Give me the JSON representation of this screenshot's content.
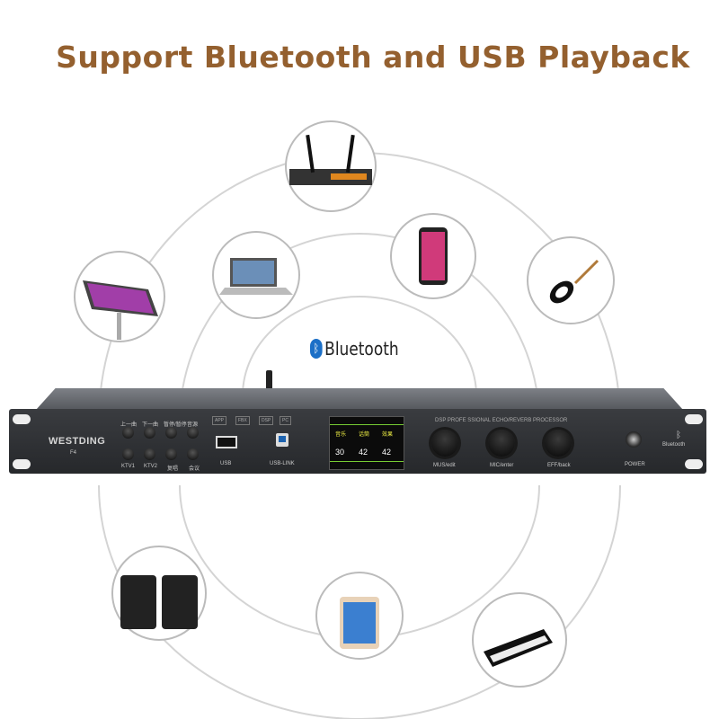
{
  "headline": "Support Bluetooth and USB Playback",
  "bluetooth_label": "Bluetooth",
  "device": {
    "brand": "WESTDING",
    "model": "F4",
    "top_buttons": [
      "上一曲",
      "下一曲",
      "暂停/暂停",
      "音源"
    ],
    "bottom_buttons": [
      "KTV1",
      "KTV2",
      "复唱",
      "会议"
    ],
    "tags": [
      "APP",
      "FBX",
      "DSP",
      "PC"
    ],
    "usb_label": "USB",
    "usb_link_label": "USB-LINK",
    "processor_label": "DSP PROFE SSIONAL ECHO/REVERB PROCESSOR",
    "knobs": [
      "MUS/edit",
      "MIC/enter",
      "EFF/back"
    ],
    "power_label": "POWER",
    "bt_label": "Bluetooth",
    "screen": {
      "values": [
        "30",
        "42",
        "42"
      ],
      "labels": [
        "音乐",
        "话筒",
        "效果"
      ]
    }
  },
  "devices_shown": [
    "wireless-microphone",
    "laptop",
    "smartphone",
    "touchscreen-jukebox",
    "electric-guitar",
    "speakers",
    "tablet",
    "keyboard"
  ]
}
